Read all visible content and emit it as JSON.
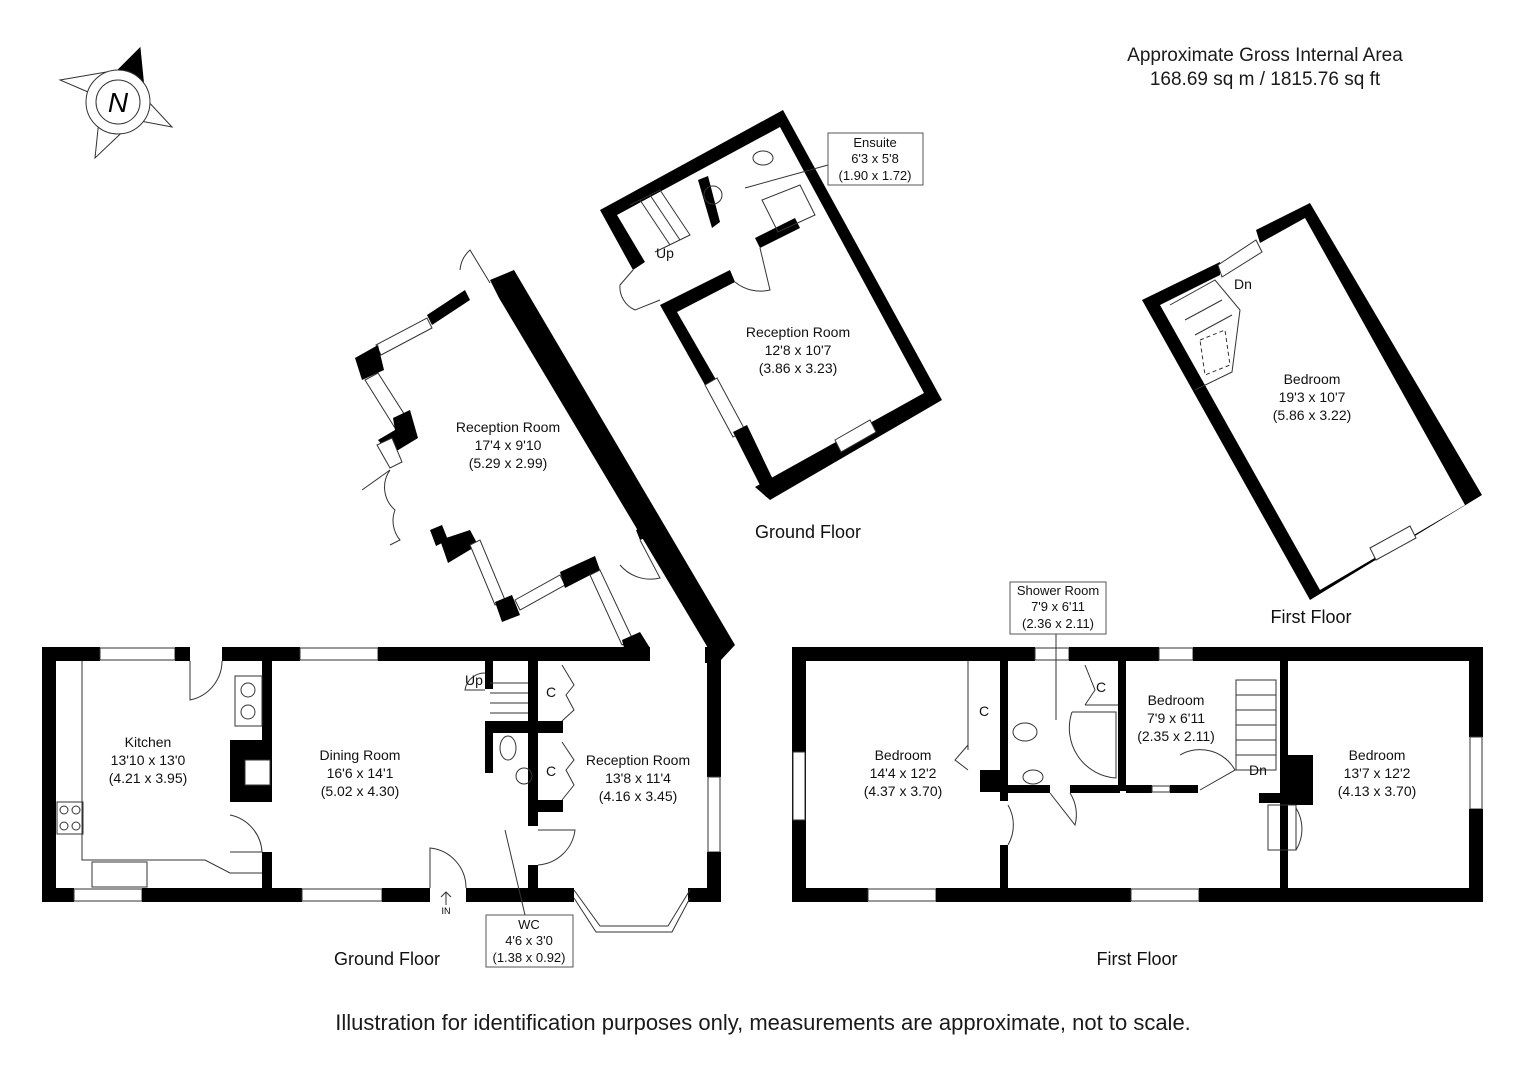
{
  "header": {
    "area_title": "Approximate Gross Internal Area",
    "area_value": "168.69 sq m / 1815.76 sq ft"
  },
  "compass": {
    "icon": "north-compass-icon",
    "label": "N"
  },
  "floors": {
    "ground_main": {
      "label": "Ground Floor"
    },
    "ground_annex": {
      "label": "Ground Floor"
    },
    "first_main": {
      "label": "First Floor"
    },
    "first_annex": {
      "label": "First Floor"
    }
  },
  "rooms": {
    "kitchen": {
      "name": "Kitchen",
      "imperial": "13'10 x 13'0",
      "metric": "(4.21 x 3.95)"
    },
    "dining": {
      "name": "Dining Room",
      "imperial": "16'6 x 14'1",
      "metric": "(5.02 x 4.30)"
    },
    "reception_gf": {
      "name": "Reception Room",
      "imperial": "13'8 x 11'4",
      "metric": "(4.16 x 3.45)"
    },
    "reception_angled": {
      "name": "Reception Room",
      "imperial": "17'4 x 9'10",
      "metric": "(5.29 x 2.99)"
    },
    "reception_annex": {
      "name": "Reception Room",
      "imperial": "12'8 x 10'7",
      "metric": "(3.86 x 3.23)"
    },
    "ensuite": {
      "name": "Ensuite",
      "imperial": "6'3 x 5'8",
      "metric": "(1.90 x 1.72)"
    },
    "wc": {
      "name": "WC",
      "imperial": "4'6 x 3'0",
      "metric": "(1.38 x 0.92)"
    },
    "bedroom_annex": {
      "name": "Bedroom",
      "imperial": "19'3 x 10'7",
      "metric": "(5.86 x 3.22)"
    },
    "bedroom_1": {
      "name": "Bedroom",
      "imperial": "14'4 x 12'2",
      "metric": "(4.37 x 3.70)"
    },
    "shower": {
      "name": "Shower Room",
      "imperial": "7'9 x 6'11",
      "metric": "(2.36 x 2.11)"
    },
    "bedroom_2": {
      "name": "Bedroom",
      "imperial": "7'9 x 6'11",
      "metric": "(2.35 x 2.11)"
    },
    "bedroom_3": {
      "name": "Bedroom",
      "imperial": "13'7 x 12'2",
      "metric": "(4.13 x 3.70)"
    }
  },
  "markers": {
    "up": "Up",
    "dn": "Dn",
    "cupboard": "C",
    "entrance": "IN"
  },
  "footer": {
    "disclaimer": "Illustration for identification purposes only, measurements are approximate, not to scale."
  }
}
